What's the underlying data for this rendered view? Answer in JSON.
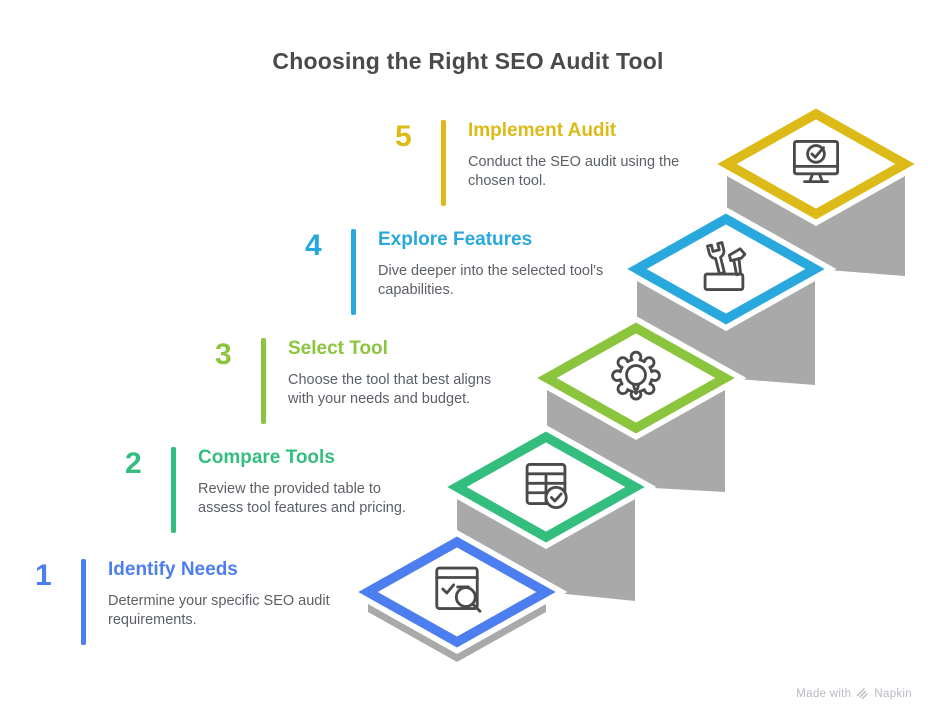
{
  "title": "Choosing the Right SEO Audit Tool",
  "palette": {
    "heading_text": "#4a4a4a",
    "description_text": "#5b6066",
    "step_side_gray": "#a9a9a9",
    "icon_stroke": "#4a4a4a",
    "footer_text": "#b6bbc1"
  },
  "steps": [
    {
      "number": "1",
      "label": "Identify Needs",
      "description": "Determine your specific SEO audit requirements.",
      "color": "#4d7ef0",
      "icon": "browser-search-icon"
    },
    {
      "number": "2",
      "label": "Compare Tools",
      "description": "Review the provided table to assess tool features and pricing.",
      "color": "#33bd7f",
      "icon": "table-check-icon"
    },
    {
      "number": "3",
      "label": "Select Tool",
      "description": "Choose the tool that best aligns with your needs and budget.",
      "color": "#8bc53e",
      "icon": "gear-bulb-icon"
    },
    {
      "number": "4",
      "label": "Explore Features",
      "description": "Dive deeper into the selected tool's capabilities.",
      "color": "#29a8dd",
      "icon": "tools-icon"
    },
    {
      "number": "5",
      "label": "Implement Audit",
      "description": "Conduct the SEO audit using the chosen tool.",
      "color": "#dcba17",
      "icon": "monitor-check-icon"
    }
  ],
  "footer": {
    "made_with": "Made with",
    "brand": "Napkin"
  }
}
